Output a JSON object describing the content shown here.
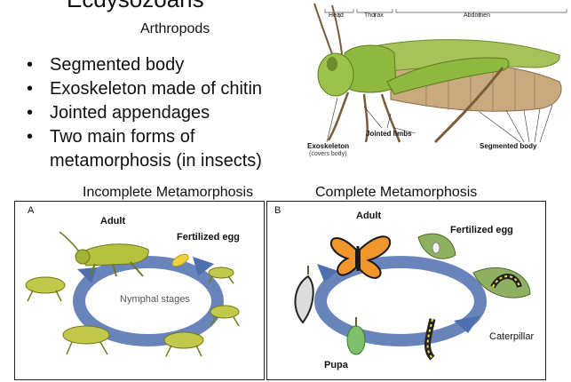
{
  "header": {
    "cut_title": "Ecdysozoans",
    "subtitle": "Arthropods"
  },
  "bullets": [
    {
      "lines": [
        "Segmented body"
      ]
    },
    {
      "lines": [
        "Exoskeleton made of chitin"
      ]
    },
    {
      "lines": [
        "Jointed appendages"
      ]
    },
    {
      "lines": [
        "Two main forms of",
        "metamorphosis (in insects)"
      ]
    }
  ],
  "grasshopper": {
    "sections": {
      "head": "Head",
      "thorax": "Thorax",
      "abdomen": "Abdomen"
    },
    "jointed_limbs": "Jointed limbs",
    "exoskeleton": "Exoskeleton",
    "exoskeleton_note": "(covers body)",
    "segmented_body": "Segmented body"
  },
  "incomplete": {
    "title": "Incomplete Metamorphosis",
    "panel_letter": "A",
    "adult": "Adult",
    "egg": "Fertilized egg",
    "nymphal": "Nymphal stages"
  },
  "complete": {
    "title": "Complete Metamorphosis",
    "panel_letter": "B",
    "adult": "Adult",
    "egg": "Fertilized egg",
    "caterpillar": "Caterpillar",
    "pupa": "Pupa"
  }
}
